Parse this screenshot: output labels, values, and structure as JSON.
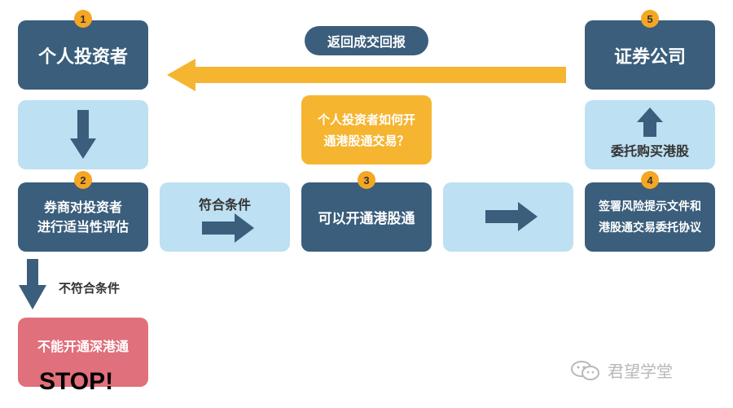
{
  "steps": {
    "s1": {
      "num": "1",
      "label": "个人投资者"
    },
    "s2": {
      "num": "2",
      "line1": "券商对投资者",
      "line2": "进行适当性评估"
    },
    "s3": {
      "num": "3",
      "label": "可以开通港股通"
    },
    "s4": {
      "num": "4",
      "line1": "签署风险提示文件和",
      "line2": "港股通交易委托协议"
    },
    "s5": {
      "num": "5",
      "label": "证券公司"
    }
  },
  "return_label": "返回成交回报",
  "question": {
    "line1": "个人投资者如何开",
    "line2": "通港股通交易？"
  },
  "qualified_label": "符合条件",
  "not_qualified_label": "不符合条件",
  "entrust_label": "委托购买港股",
  "reject": {
    "label": "不能开通深港通",
    "stop": "STOP!"
  },
  "watermark": "君望学堂",
  "colors": {
    "dark_box": "#3a5e7c",
    "light_box": "#bde0f2",
    "orange": "#f5b531",
    "pink": "#e0707b",
    "badge": "#f5a623"
  }
}
